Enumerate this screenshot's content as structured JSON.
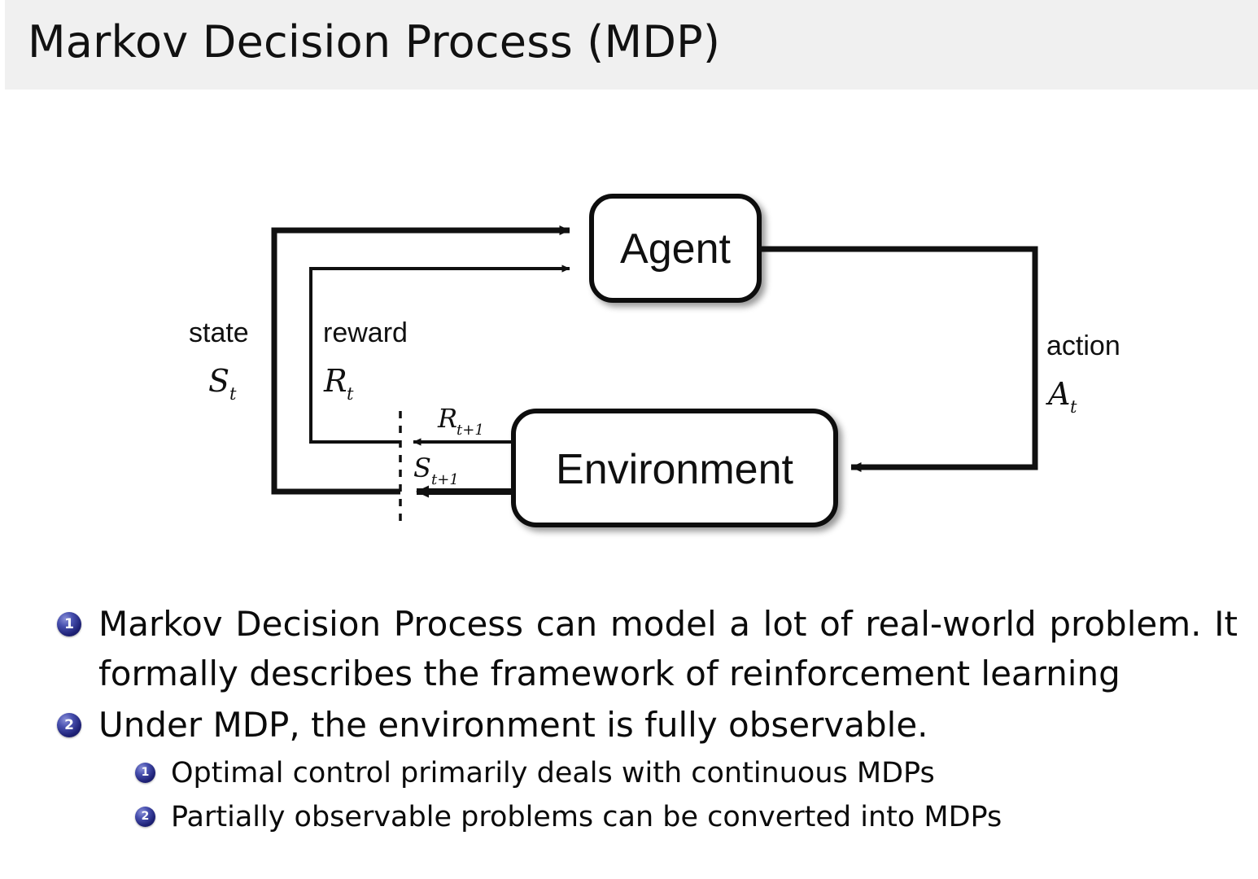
{
  "header": {
    "title": "Markov Decision Process (MDP)",
    "bar_color": "#f0f0f0"
  },
  "diagram": {
    "name": "agent-environment-interaction-loop",
    "nodes": [
      {
        "id": "agent",
        "label": "Agent"
      },
      {
        "id": "environment",
        "label": "Environment"
      }
    ],
    "edge_labels": {
      "state_word": "state",
      "state_symbol": "S",
      "state_subscript": "t",
      "reward_word": "reward",
      "reward_symbol": "R",
      "reward_subscript": "t",
      "action_word": "action",
      "action_symbol": "A",
      "action_subscript": "t",
      "next_reward_symbol": "R",
      "next_reward_subscript": "t+1",
      "next_state_symbol": "S",
      "next_state_subscript": "t+1"
    },
    "stroke_color": "#101010"
  },
  "bullets": {
    "items": [
      {
        "number": "1",
        "text": "Markov Decision Process can model a lot of real-world problem. It formally describes the framework of reinforcement learning",
        "level": 1
      },
      {
        "number": "2",
        "text": "Under MDP, the environment is fully observable.",
        "level": 1
      },
      {
        "number": "1",
        "text": "Optimal control primarily deals with continuous MDPs",
        "level": 2
      },
      {
        "number": "2",
        "text": "Partially observable problems can be converted into MDPs",
        "level": 2
      }
    ],
    "badge_color": "#1e2176"
  }
}
